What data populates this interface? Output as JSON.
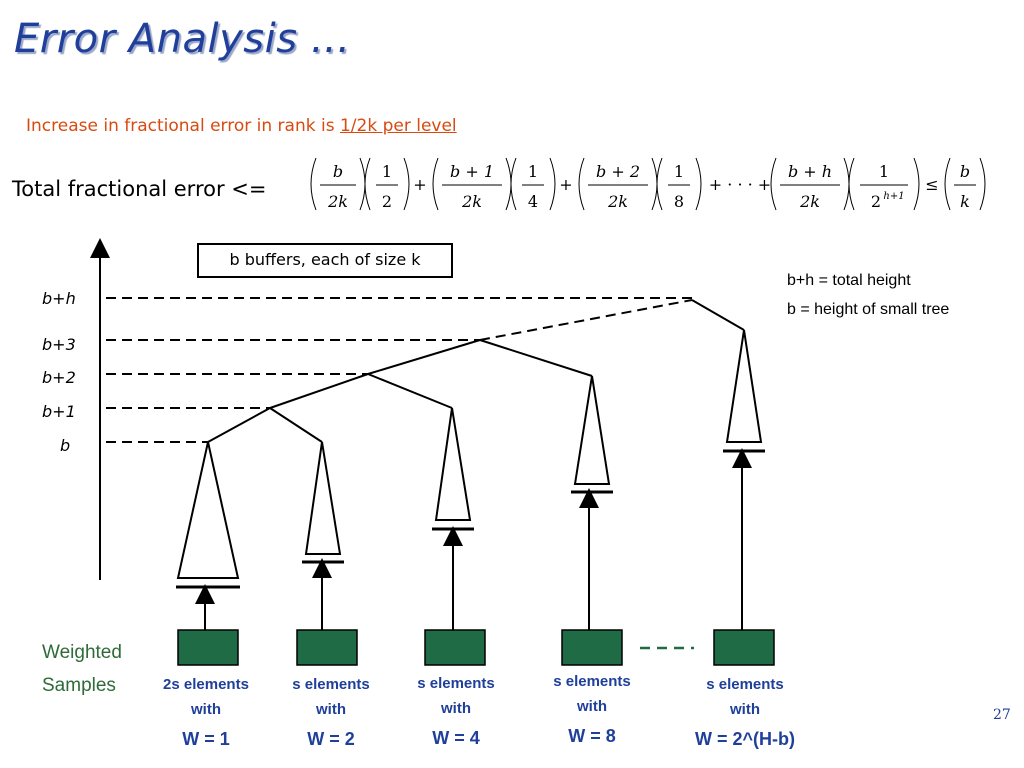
{
  "slide": {
    "title": "Error Analysis ...",
    "subtitle_prefix": "Increase in fractional error in rank is ",
    "subtitle_underlined": "1/2k per level",
    "total_label": "Total fractional error <=",
    "page_number": "27"
  },
  "formula": {
    "terms": [
      {
        "top1": "b",
        "bot1": "2k",
        "top2": "1",
        "bot2": "2"
      },
      {
        "top1": "b + 1",
        "bot1": "2k",
        "top2": "1",
        "bot2": "4"
      },
      {
        "top1": "b + 2",
        "bot1": "2k",
        "top2": "1",
        "bot2": "8"
      },
      {
        "top1": "b + h",
        "bot1": "2k",
        "top2": "1",
        "bot2": "2h+1"
      }
    ],
    "plus": "+",
    "ellipsis": "+ · · · +",
    "leq": "≤",
    "rhs_top": "b",
    "rhs_bot": "k",
    "bot2_base": "2",
    "bot2_exp": "h+1"
  },
  "diagram": {
    "buffers_box": "b buffers, each of size k",
    "legend": [
      "b+h = total height",
      "b = height of small tree"
    ],
    "levels": [
      "b+h",
      "b+3",
      "b+2",
      "b+1",
      "b"
    ],
    "weighted_label": [
      "Weighted",
      "Samples"
    ],
    "sample_groups": [
      {
        "line1": "2s elements",
        "line2": "with",
        "weight": "W = 1"
      },
      {
        "line1": "s elements",
        "line2": "with",
        "weight": "W = 2"
      },
      {
        "line1": "s elements",
        "line2": "with",
        "weight": "W = 4"
      },
      {
        "line1": "s elements",
        "line2": "with",
        "weight": "W = 8"
      },
      {
        "line1": "s elements",
        "line2": "with",
        "weight": "W = 2^(H-b)"
      }
    ],
    "colors": {
      "box_fill": "#1e6b45",
      "title": "#1f3f9a",
      "subtitle": "#d84a10",
      "weighted": "#2e6b38"
    }
  }
}
